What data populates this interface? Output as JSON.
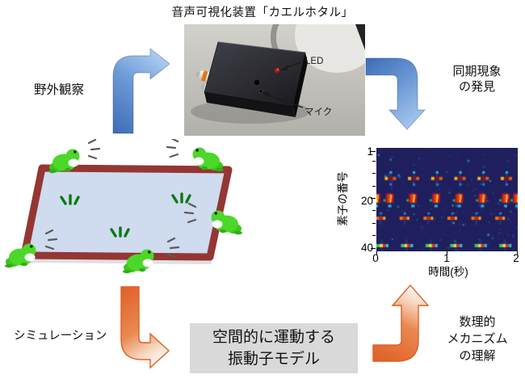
{
  "title": "音声可視化装置「カエルホタル」",
  "device_photo": {
    "led_label": "LED",
    "mic_label": "マイク"
  },
  "stages": {
    "field_observation": "野外観察",
    "sync_discovery": [
      "同期現象",
      "の発見"
    ],
    "simulation": "シミュレーション",
    "mechanism": [
      "数理的",
      "メカニズム",
      "の理解"
    ],
    "model_box": [
      "空間的に運動する",
      "振動子モデル"
    ]
  },
  "colors": {
    "blue_arrow_dark": "#3d6cb4",
    "blue_arrow_light": "#b8d4f2",
    "orange_arrow": "#df5f26",
    "orange_arrow_light": "#fdf6f0",
    "model_box_bg": "#d9d9d9",
    "field_border": "#943634",
    "field_fill": "#cfdbee",
    "frog_green": "#4cd829",
    "sprout_green": "#0a7a12",
    "heatmap_bg": "#1f1f5e"
  },
  "chart_data": {
    "type": "heatmap",
    "title": "",
    "xlabel": "時間(秒)",
    "ylabel": "素子の番号",
    "x_ticks": [
      "0",
      "1",
      "2"
    ],
    "x_tick_values": [
      0,
      1,
      2
    ],
    "y_ticks": [
      "1",
      "20",
      "40"
    ],
    "y_tick_values": [
      1,
      20,
      40
    ],
    "y_minor_ticks": [
      5,
      10,
      15,
      25,
      30,
      35
    ],
    "x_range": [
      0,
      2
    ],
    "y_range": [
      1,
      40
    ],
    "colormap": "jet-on-dark-navy",
    "bg": "#1f1f5e",
    "description": "LED flash raster of 40 elements vs time: groups of elements flash periodically, alternating between two anti-phase clusters",
    "burst_rows": [
      {
        "row": 12,
        "style": "darkbar",
        "times": [
          0.2,
          0.53,
          0.86,
          1.19,
          1.52,
          1.85
        ]
      },
      {
        "row": 20,
        "style": "blob",
        "times": [
          0.0,
          0.19,
          0.52,
          0.85,
          1.18,
          1.51,
          1.84,
          2.0
        ]
      },
      {
        "row": 28,
        "style": "orangebar",
        "times": [
          0.06,
          0.4,
          0.74,
          1.08,
          1.42,
          1.76
        ]
      },
      {
        "row": 39,
        "style": "mixedbar",
        "times": [
          0.08,
          0.43,
          0.78,
          1.13,
          1.48,
          1.83
        ]
      }
    ]
  }
}
